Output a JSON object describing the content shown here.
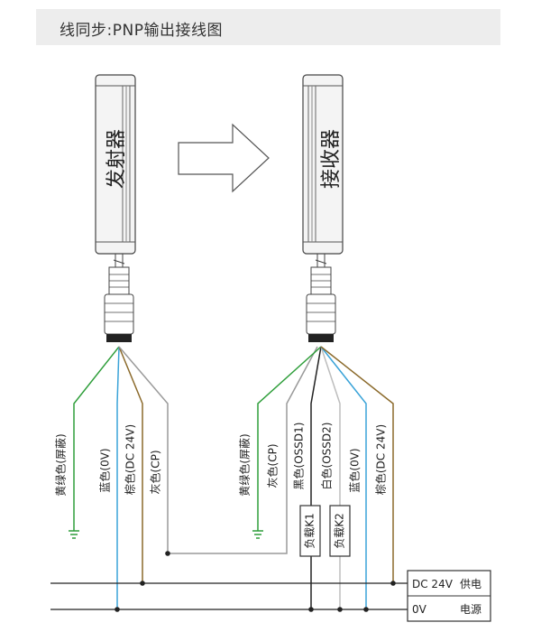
{
  "header": {
    "title": "线同步:PNP输出接线图"
  },
  "emitter": {
    "label": "发射器"
  },
  "receiver": {
    "label": "接收器"
  },
  "emitter_wires": [
    {
      "label": "黄绿色(屏蔽)",
      "color": "#2e9e3a"
    },
    {
      "label": "蓝色(0V)",
      "color": "#3aa3d8"
    },
    {
      "label": "棕色(DC 24V)",
      "color": "#8b6a2b"
    },
    {
      "label": "灰色(CP)",
      "color": "#9a9a9a"
    }
  ],
  "receiver_wires": [
    {
      "label": "黄绿色(屏蔽)",
      "color": "#2e9e3a"
    },
    {
      "label": "灰色(CP)",
      "color": "#9a9a9a"
    },
    {
      "label": "黑色(OSSD1)",
      "color": "#222222"
    },
    {
      "label": "白色(OSSD2)",
      "color": "#bdbdbd"
    },
    {
      "label": "蓝色(0V)",
      "color": "#3aa3d8"
    },
    {
      "label": "棕色(DC 24V)",
      "color": "#8b6a2b"
    }
  ],
  "loads": [
    {
      "label": "负载K1"
    },
    {
      "label": "负载K2"
    }
  ],
  "power": {
    "dc": "DC 24V",
    "zero": "0V",
    "supply_1": "供电",
    "supply_2": "电源"
  }
}
